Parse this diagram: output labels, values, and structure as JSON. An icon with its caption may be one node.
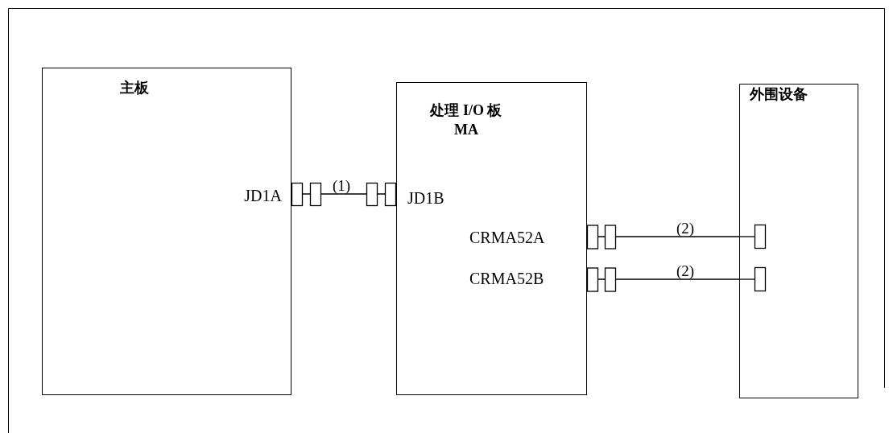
{
  "diagram": {
    "nodes": [
      {
        "text": [
          "主板"
        ]
      },
      {
        "text": [
          "处理 I/O 板 MA"
        ]
      },
      {
        "text": [
          "外围设备"
        ]
      }
    ],
    "edges": [
      {
        "from": 0,
        "to": 1,
        "arrow": "none",
        "label": "(1)"
      },
      {
        "from": 1,
        "to": 2,
        "arrow": "none",
        "label": "(2)"
      },
      {
        "from": 1,
        "to": 2,
        "arrow": "none",
        "label": "(2)"
      }
    ],
    "labels": [
      "JD1A",
      "JD1B",
      "CRMA52A",
      "CRMA52B"
    ]
  }
}
